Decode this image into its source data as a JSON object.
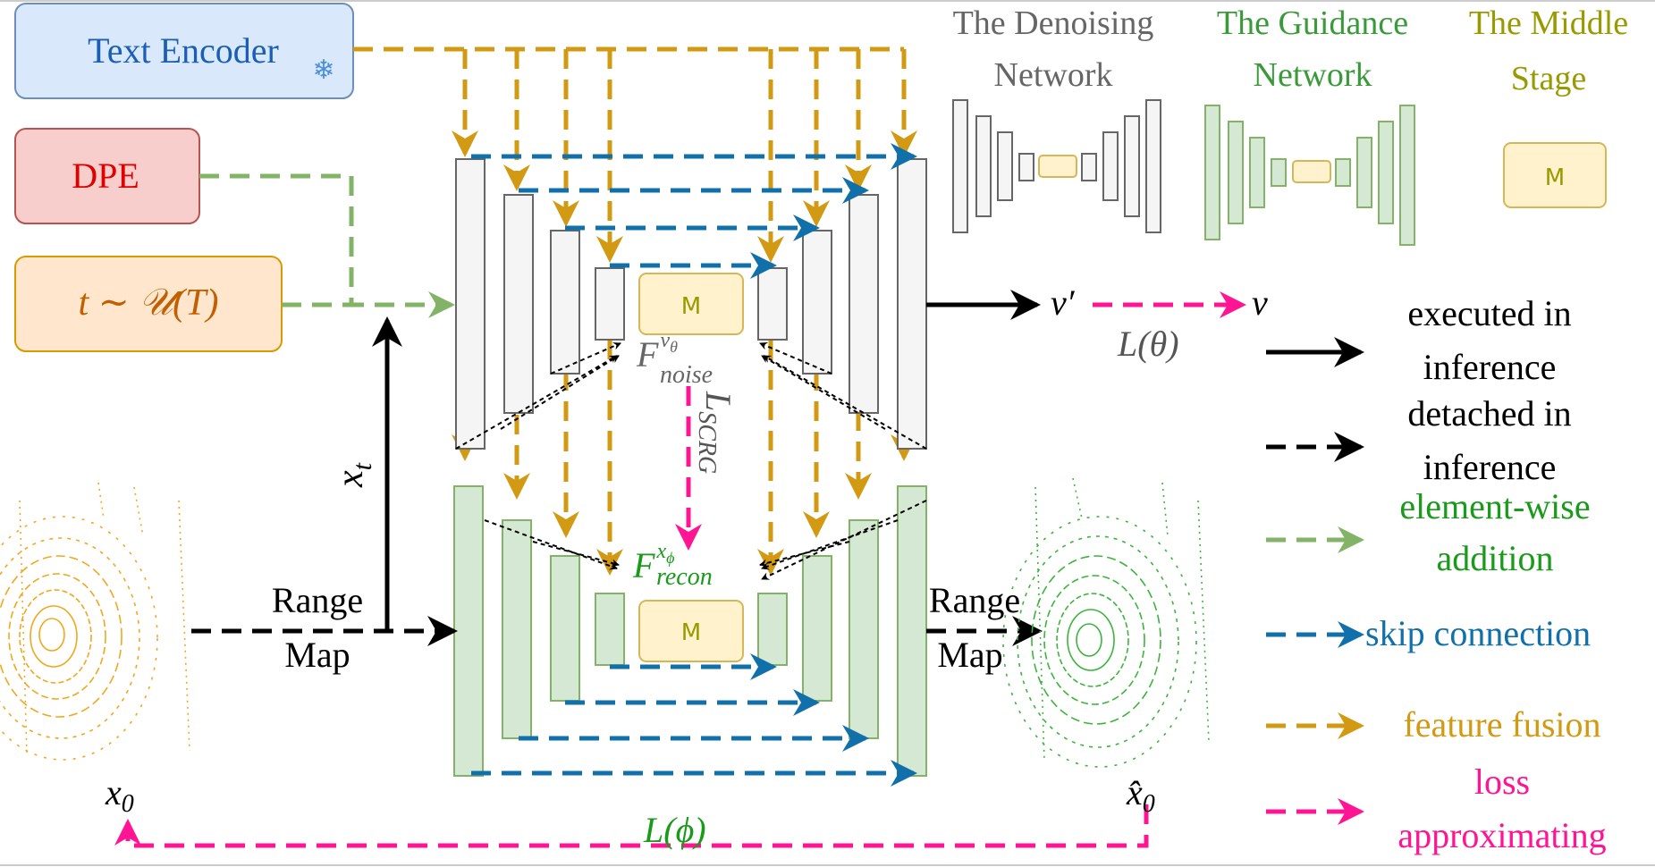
{
  "inputs": {
    "text_encoder": "Text Encoder",
    "dpe": "DPE",
    "timestep": "t ∼ 𝒰(T)"
  },
  "labels": {
    "x_t": "x",
    "x_t_sub": "t",
    "range_map_left_1": "Range",
    "range_map_left_2": "Map",
    "range_map_right_1": "Range",
    "range_map_right_2": "Map",
    "x0": "x",
    "x0_sub": "0",
    "x0_hat": "x̂",
    "x0_hat_sub": "0",
    "v_prime": "v′",
    "v": "v",
    "loss_theta": "L(θ)",
    "loss_phi": "L(ϕ)",
    "loss_scrg_main": "L",
    "loss_scrg_sub": "SCRG",
    "f_noise_main": "F",
    "f_noise_sub": "noise",
    "f_noise_sup": "v",
    "f_noise_sup_sub": "θ",
    "f_recon_main": "F",
    "f_recon_sub": "recon",
    "f_recon_sup": "x",
    "f_recon_sup_sub": "ϕ",
    "middle_block": "M"
  },
  "networks": {
    "denoising": [
      "The Denoising",
      "Network"
    ],
    "guidance": [
      "The Guidance",
      "Network"
    ],
    "middle": [
      "The Middle",
      "Stage"
    ]
  },
  "legend": [
    {
      "lines": [
        "executed in",
        "inference"
      ],
      "color": "#000000"
    },
    {
      "lines": [
        "detached in",
        "inference"
      ],
      "color": "#000000"
    },
    {
      "lines": [
        "element-wise",
        "addition"
      ],
      "color": "#1a9a1a"
    },
    {
      "lines": [
        "skip connection"
      ],
      "color": "#1170aa"
    },
    {
      "lines": [
        "feature fusion"
      ],
      "color": "#d29a12"
    },
    {
      "lines": [
        "loss",
        "approximating"
      ],
      "color": "#ff1493"
    }
  ],
  "colors": {
    "text_encoder_fill": "#dae8fc",
    "text_encoder_stroke": "#6c8ebf",
    "dpe_fill": "#f8cecc",
    "dpe_stroke": "#b85450",
    "timestep_fill": "#ffe6cc",
    "timestep_stroke": "#d79b00",
    "gray_block": "#f5f5f5",
    "green_block": "#d5e8d4",
    "middle_fill": "#fff2cc",
    "middle_stroke": "#d6b656",
    "gold": "#d29a12",
    "blue": "#1170aa",
    "pink": "#ff1493",
    "light_green": "#82b366",
    "green_text": "#1a9a1a",
    "gray_text": "#666666",
    "olive_text": "#999900"
  }
}
